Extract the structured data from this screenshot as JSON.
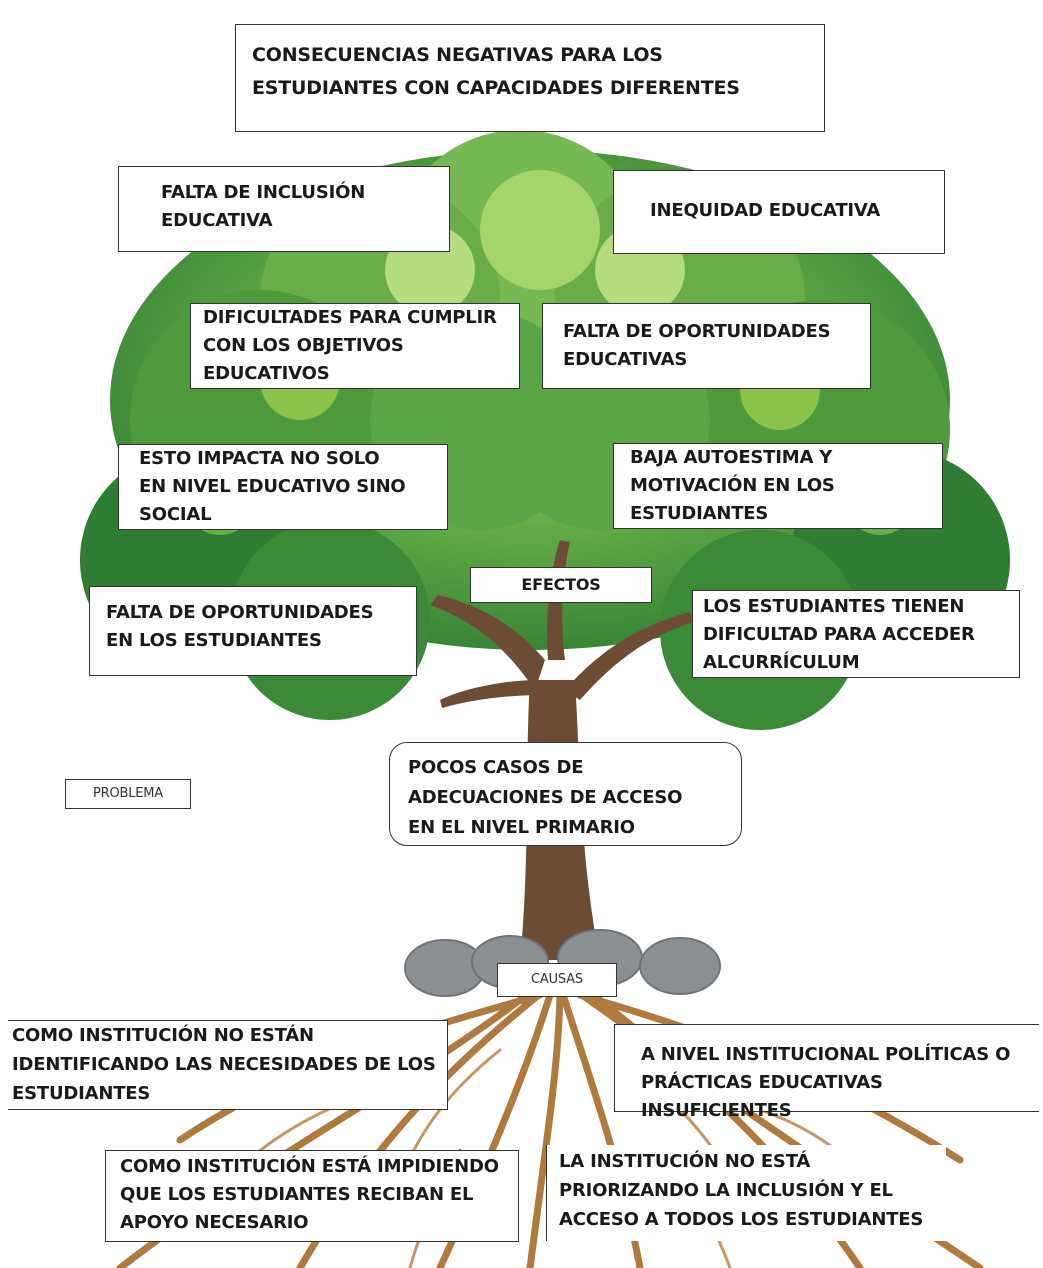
{
  "diagram": {
    "title": "CONSECUENCIAS NEGATIVAS PARA LOS\nESTUDIANTES CON CAPACIDADES DIFERENTES",
    "effects_label": "EFECTOS",
    "problem_label": "PROBLEMA",
    "causes_label": "CAUSAS",
    "effects": [
      "FALTA DE INCLUSIÓN\nEDUCATIVA",
      "INEQUIDAD EDUCATIVA",
      "DIFICULTADES PARA CUMPLIR\nCON LOS OBJETIVOS\nEDUCATIVOS",
      "FALTA DE OPORTUNIDADES\nEDUCATIVAS",
      "ESTO IMPACTA NO SOLO\nEN NIVEL EDUCATIVO SINO\nSOCIAL",
      "BAJA AUTOESTIMA Y\nMOTIVACIÓN EN LOS\nESTUDIANTES",
      "FALTA DE OPORTUNIDADES\nEN LOS  ESTUDIANTES",
      "LOS  ESTUDIANTES TIENEN\nDIFICULTAD PARA ACCEDER\nALCURRÍCULUM"
    ],
    "problem": "POCOS CASOS DE\nADECUACIONES DE ACCESO\nEN EL NIVEL PRIMARIO",
    "causes": [
      "COMO INSTITUCIÓN NO ESTÁN\nIDENTIFICANDO LAS NECESIDADES DE LOS\nESTUDIANTES",
      "A NIVEL INSTITUCIONAL POLÍTICAS O\nPRÁCTICAS EDUCATIVAS INSUFICIENTES",
      "COMO INSTITUCIÓN ESTÁ IMPIDIENDO\nQUE LOS ESTUDIANTES RECIBAN EL\nAPOYO NECESARIO",
      "LA INSTITUCIÓN NO ESTÁ\nPRIORIZANDO LA INCLUSIÓN Y EL\nACCESO A TODOS LOS ESTUDIANTES"
    ],
    "colors": {
      "leaf_dark": "#2e7d32",
      "leaf_mid": "#4caf50",
      "leaf_light": "#8bc34a",
      "trunk": "#6d4c35",
      "roots": "#b07a3e",
      "stone": "#8a8f94"
    }
  }
}
